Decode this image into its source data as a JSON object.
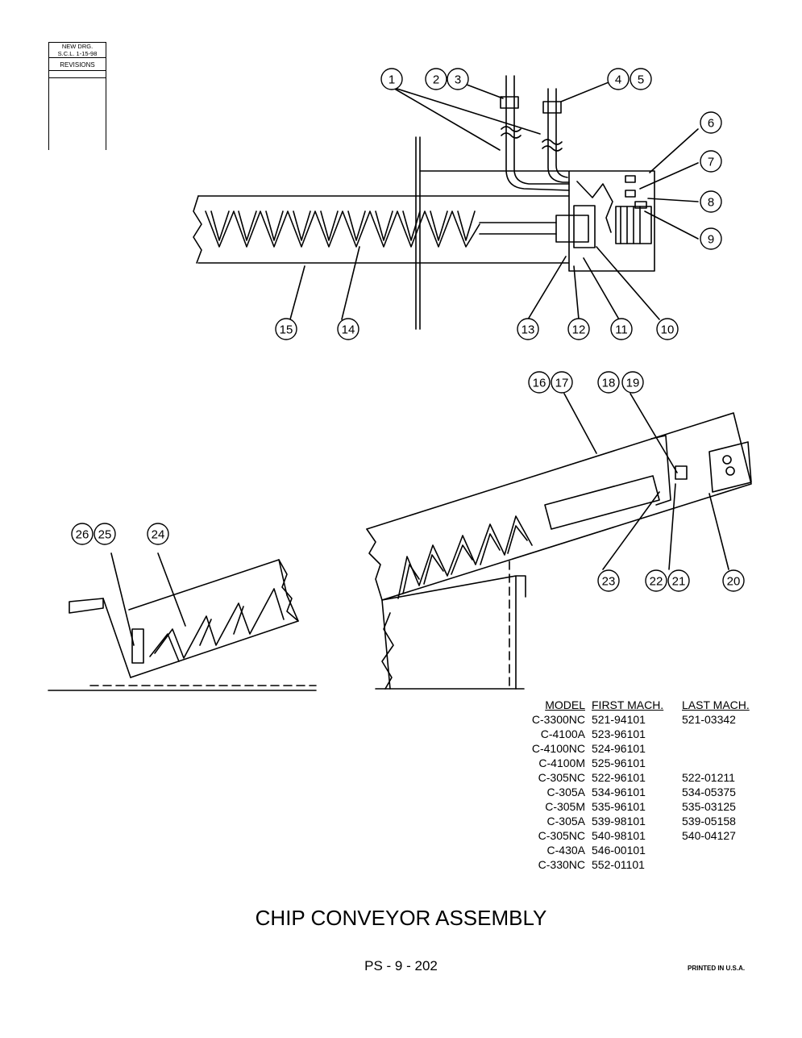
{
  "revision_block": {
    "line1": "NEW DRG.",
    "line2": "S.C.L. 1-15-98",
    "label": "REVISIONS"
  },
  "callouts": [
    "1",
    "2",
    "3",
    "4",
    "5",
    "6",
    "7",
    "8",
    "9",
    "10",
    "11",
    "12",
    "13",
    "14",
    "15",
    "16",
    "17",
    "18",
    "19",
    "20",
    "21",
    "22",
    "23",
    "24",
    "25",
    "26"
  ],
  "parts_table": {
    "headers": [
      "MODEL",
      "FIRST MACH.",
      "LAST MACH."
    ],
    "rows": [
      [
        "C-3300NC",
        "521-94101",
        "521-03342"
      ],
      [
        "C-4100A",
        "523-96101",
        ""
      ],
      [
        "C-4100NC",
        "524-96101",
        ""
      ],
      [
        "C-4100M",
        "525-96101",
        ""
      ],
      [
        "C-305NC",
        "522-96101",
        "522-01211"
      ],
      [
        "C-305A",
        "534-96101",
        "534-05375"
      ],
      [
        "C-305M",
        "535-96101",
        "535-03125"
      ],
      [
        "C-305A",
        "539-98101",
        "539-05158"
      ],
      [
        "C-305NC",
        "540-98101",
        "540-04127"
      ],
      [
        "C-430A",
        "546-00101",
        ""
      ],
      [
        "C-330NC",
        "552-01101",
        ""
      ]
    ]
  },
  "title": "CHIP CONVEYOR ASSEMBLY",
  "page_number": "PS - 9 - 202",
  "printed": "PRINTED IN U.S.A."
}
